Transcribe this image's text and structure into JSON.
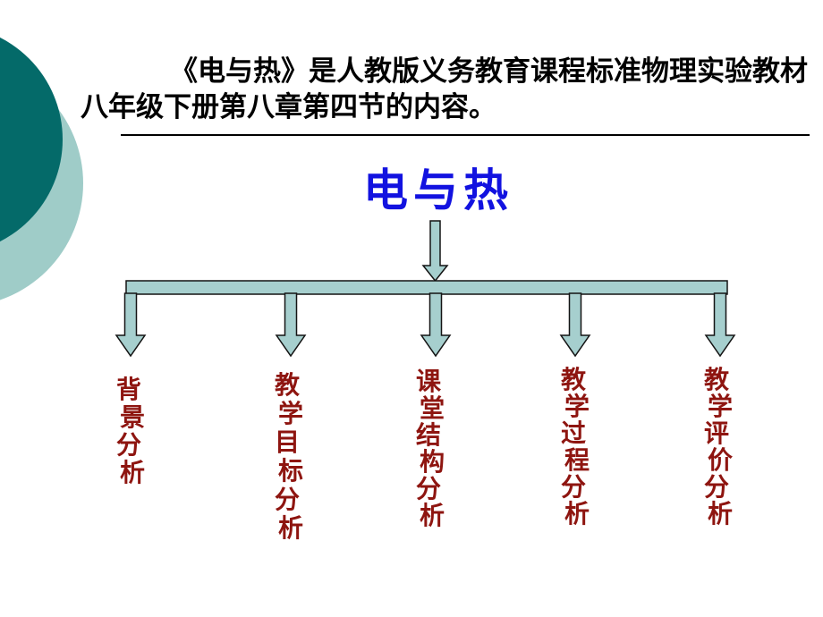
{
  "slide": {
    "intro": "《电与热》是人教版义务教育课程标准物理实验教材八年级下册第八章第四节的内容。",
    "title": "电与热",
    "branches": [
      {
        "label": "背景分析"
      },
      {
        "label": "教学目标分析"
      },
      {
        "label": "课堂结构分析"
      },
      {
        "label": "教学过程分析"
      },
      {
        "label": "教学评价分析"
      }
    ],
    "colors": {
      "title_blue": "#1212e0",
      "label_red": "#8e1510",
      "arrow_fill": "#a6cfce",
      "arrow_outline": "#141414",
      "circle_dark_teal": "#046a69",
      "circle_light_teal": "#9fccc8",
      "background": "#ffffff"
    }
  }
}
